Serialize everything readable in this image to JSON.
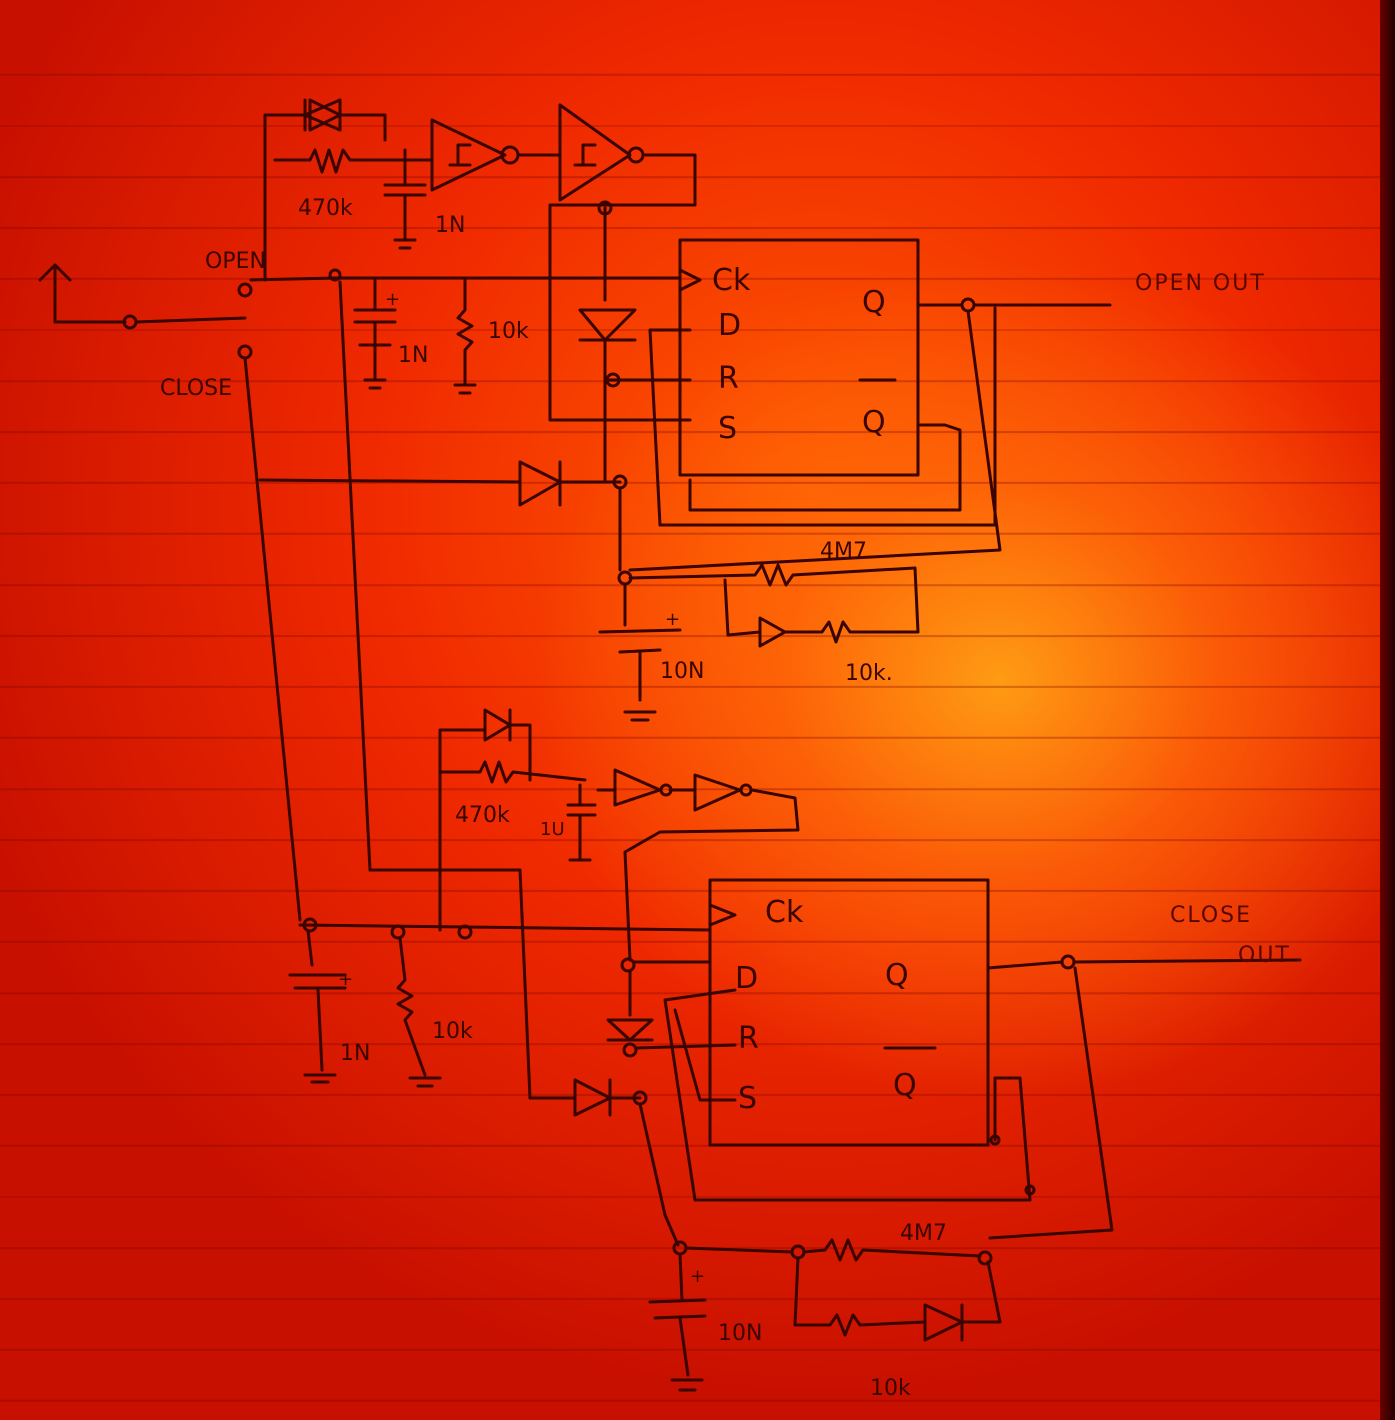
{
  "labels": {
    "open": "OPEN",
    "close": "CLOSE",
    "open_out": "OPEN OUT",
    "close_out_1": "CLOSE",
    "close_out_2": "OUT",
    "r_470k_top": "470k",
    "c_1n_top": "1N",
    "c_1n_mid": "1N",
    "r_10k_mid": "10k",
    "r_4m7_top": "4M7",
    "c_10n_top": "10N",
    "r_10k_top_fb": "10k.",
    "r_470k_bot": "470k",
    "c_1u_bot": "1U",
    "c_1n_bot": "1N",
    "r_10k_bot": "10k",
    "r_4m7_bot": "4M7",
    "c_10n_bot": "10N",
    "r_10k_bot_fb": "10k",
    "plus": "+",
    "pins": {
      "ck": "Ck",
      "d": "D",
      "r": "R",
      "s": "S",
      "q": "Q",
      "qbar": "Q"
    }
  }
}
